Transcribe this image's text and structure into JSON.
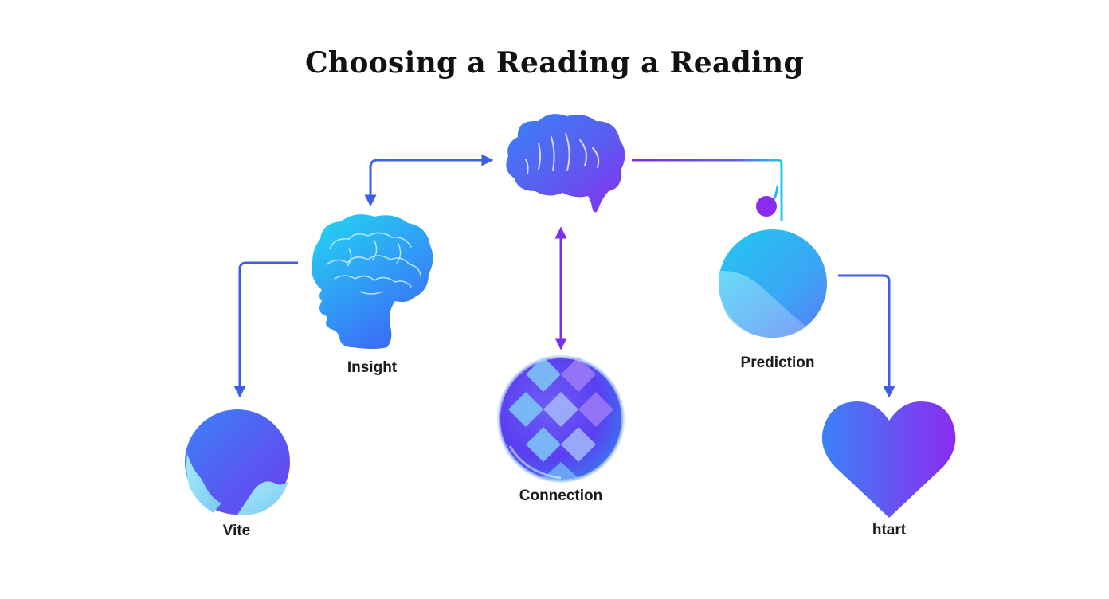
{
  "title": "Choosing a Reading a Reading",
  "nodes": {
    "insight": {
      "label": "Insight",
      "icon": "head-brain-icon"
    },
    "vite": {
      "label": "Vite",
      "icon": "circle-shape-icon"
    },
    "connection": {
      "label": "Connection",
      "icon": "crystal-ball-icon"
    },
    "prediction": {
      "label": "Prediction",
      "icon": "sphere-icon"
    },
    "htart": {
      "label": "htart",
      "icon": "heart-icon"
    },
    "top": {
      "icon": "brain-icon"
    }
  },
  "colors": {
    "cyan": "#22d3ee",
    "blue": "#3b6cf6",
    "violet": "#7c3aed",
    "arrow_blue": "#3f5ee8",
    "arrow_violet": "#7b2ff0"
  }
}
